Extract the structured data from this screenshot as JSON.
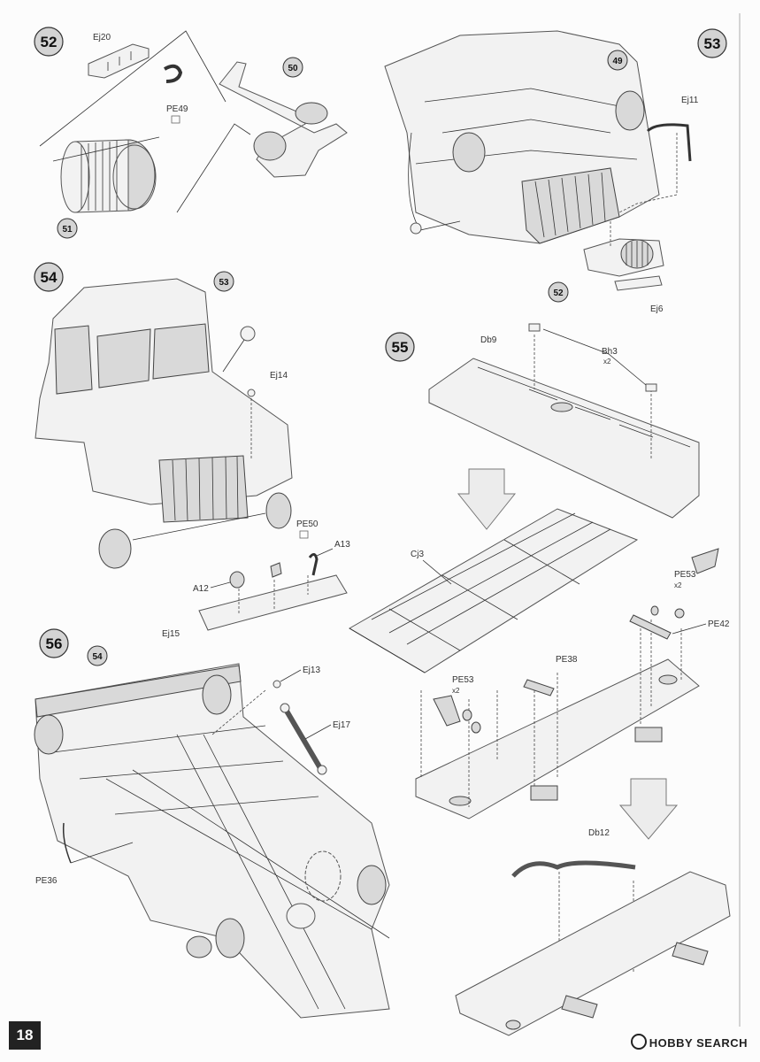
{
  "page_number": "18",
  "watermark": "HOBBY SEARCH",
  "steps": {
    "s52": {
      "number": "52",
      "parts": {
        "ej20": "Ej20",
        "pe49": "PE49",
        "p50": "50",
        "p51": "51"
      }
    },
    "s53": {
      "number": "53",
      "parts": {
        "p49": "49",
        "ej11": "Ej11",
        "p52": "52",
        "ej6": "Ej6"
      }
    },
    "s54": {
      "number": "54",
      "parts": {
        "p53": "53",
        "ej14": "Ej14",
        "pe50": "PE50",
        "a13": "A13",
        "a12": "A12",
        "ej15": "Ej15"
      }
    },
    "s55": {
      "number": "55",
      "parts": {
        "db9": "Db9",
        "bh3": "Bh3",
        "bh3_qty": "x2",
        "cj3": "Cj3",
        "pe53a": "PE53",
        "pe53a_qty": "x2",
        "pe42": "PE42",
        "pe38": "PE38",
        "pe53b": "PE53",
        "pe53b_qty": "x2",
        "db12": "Db12"
      }
    },
    "s56": {
      "number": "56",
      "parts": {
        "p54": "54",
        "ej13": "Ej13",
        "ej17": "Ej17",
        "pe36": "PE36"
      }
    }
  }
}
